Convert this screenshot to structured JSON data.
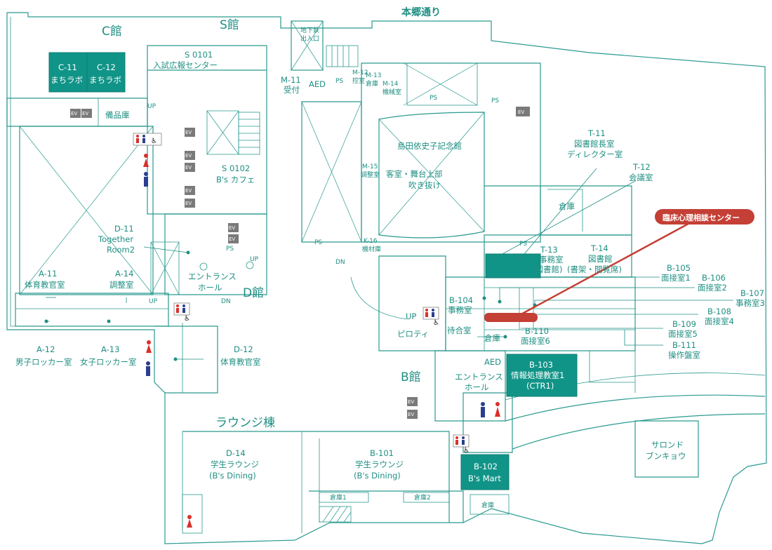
{
  "street": "本郷通り",
  "buildings": {
    "C": "C館",
    "S": "S館",
    "D": "D館",
    "B": "B館",
    "lounge": "ラウンジ棟"
  },
  "rooms": {
    "c11": [
      "C-11",
      "まちラボ"
    ],
    "c12": [
      "C-12",
      "まちラボ"
    ],
    "storage_c": "備品庫",
    "s0101": [
      "S 0101",
      "入試広報センター"
    ],
    "s0102": [
      "S 0102",
      "B's カフェ"
    ],
    "m11": [
      "M-11",
      "受付"
    ],
    "m12": [
      "M-12",
      "控室"
    ],
    "m13": [
      "M-13",
      "倉庫"
    ],
    "m14": [
      "M-14",
      "機械室"
    ],
    "m15": [
      "M-15",
      "調整室"
    ],
    "k16": [
      "K-16",
      "機材庫"
    ],
    "hall": [
      "島田依史子記念館",
      "客室・舞台上部",
      "吹き抜け"
    ],
    "subway": [
      "地下鉄",
      "出入口"
    ],
    "t11": [
      "T-11",
      "図書館長室",
      "ディレクター室"
    ],
    "t12": [
      "T-12",
      "会議室"
    ],
    "t13": [
      "T-13",
      "事務室",
      "(図書館)"
    ],
    "t14": [
      "T-14",
      "図書館",
      "(書架・閲覧席)"
    ],
    "warehouse_t": "倉庫",
    "d11": [
      "D-11",
      "Together",
      "Room2"
    ],
    "a11": [
      "A-11",
      "体育教官室"
    ],
    "a14": [
      "A-14",
      "調整室"
    ],
    "a12": [
      "A-12",
      "男子ロッカー室"
    ],
    "a13": [
      "A-13",
      "女子ロッカー室"
    ],
    "d12": [
      "D-12",
      "体育教官室"
    ],
    "d14": [
      "D-14",
      "学生ラウンジ",
      "(B's Dining)"
    ],
    "b101": [
      "B-101",
      "学生ラウンジ",
      "(B's Dining)"
    ],
    "b102": [
      "B-102",
      "B's Mart"
    ],
    "b103": [
      "B-103",
      "情報処理教室1",
      "(CTR1)"
    ],
    "b104": [
      "B-104",
      "事務室"
    ],
    "b105": [
      "B-105",
      "面接室1"
    ],
    "b106": [
      "B-106",
      "面接室2"
    ],
    "b107": [
      "B-107",
      "事務室3"
    ],
    "b108": [
      "B-108",
      "面接室4"
    ],
    "b109": [
      "B-109",
      "面接室5"
    ],
    "b110": [
      "B-110",
      "面接室6"
    ],
    "b111": [
      "B-111",
      "操作盤室"
    ],
    "waiting": "待合室",
    "storage_b": "倉庫",
    "storage1": "倉庫1",
    "storage2": "倉庫2",
    "storage_b2": "倉庫",
    "piloti": "ピロティ",
    "salon": [
      "サロンド",
      "ブンキョウ"
    ],
    "entrance_d": [
      "エントランス",
      "ホール"
    ],
    "entrance_b": [
      "エントランス",
      "ホール"
    ]
  },
  "markers": {
    "aed": "AED",
    "ps": "PS",
    "ev": "EV",
    "up": "UP",
    "dn": "DN"
  },
  "callout": {
    "label": "臨床心理相談センター",
    "color": "#c43f35"
  },
  "colors": {
    "line": "#2a9a8f",
    "room_fill": "#119488",
    "female": "#d9302c",
    "male": "#2a3f8f",
    "elevator": "#7a7a7a"
  },
  "icons": [
    "restroom-icon",
    "wheelchair-icon",
    "female-icon",
    "male-icon",
    "elevator-icon"
  ]
}
